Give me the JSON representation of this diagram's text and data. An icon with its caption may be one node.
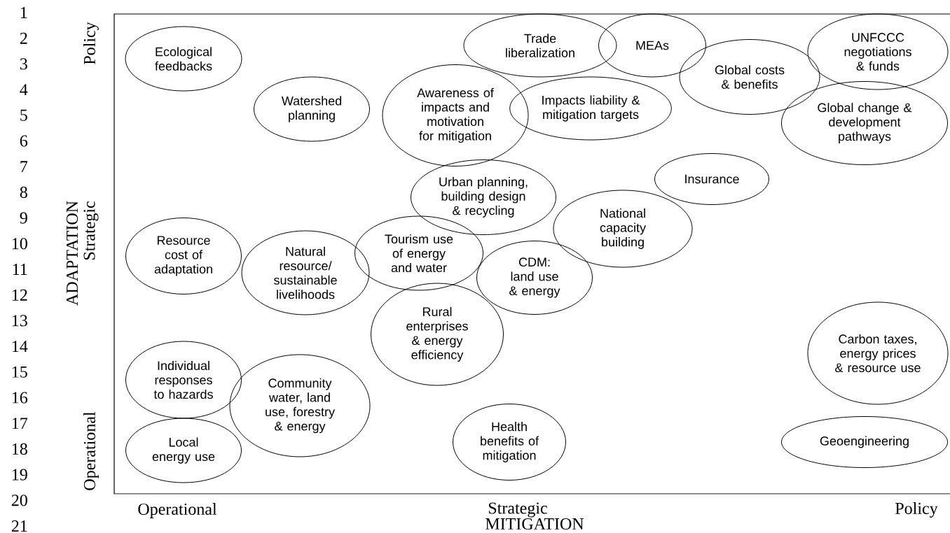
{
  "diagram": {
    "nodes": [
      {
        "text": [
          "Ecological feedbacks"
        ]
      },
      {
        "text": [
          "Trade liberalization"
        ]
      },
      {
        "text": [
          "MEAs"
        ]
      },
      {
        "text": [
          "UNFCCC negotiations & funds"
        ]
      },
      {
        "text": [
          "Global costs & benefits"
        ]
      },
      {
        "text": [
          "Watershed planning"
        ]
      },
      {
        "text": [
          "Awareness of impacts and motivation for mitigation"
        ]
      },
      {
        "text": [
          "Impacts liability & mitigation targets"
        ]
      },
      {
        "text": [
          "Global change & development pathways"
        ]
      },
      {
        "text": [
          "Insurance"
        ]
      },
      {
        "text": [
          "Urban planning, building design & recycling"
        ]
      },
      {
        "text": [
          "National capacity building"
        ]
      },
      {
        "text": [
          "Resource cost of adaptation"
        ]
      },
      {
        "text": [
          "Natural resource/ sustainable livelihoods"
        ]
      },
      {
        "text": [
          "Tourism use of energy and water"
        ]
      },
      {
        "text": [
          "CDM: land use & energy"
        ]
      },
      {
        "text": [
          "Rural enterprises & energy efficiency"
        ]
      },
      {
        "text": [
          "Carbon taxes, energy prices & resource use"
        ]
      },
      {
        "text": [
          "Individual responses to hazards"
        ]
      },
      {
        "text": [
          "Community water, land use, forestry & energy"
        ]
      },
      {
        "text": [
          "Local energy use"
        ]
      },
      {
        "text": [
          "Health benefits of mitigation"
        ]
      },
      {
        "text": [
          "Geoengineering"
        ]
      }
    ],
    "labels": [
      "1",
      "2",
      "3",
      "4",
      "5",
      "6",
      "7",
      "8",
      "9",
      "10",
      "11",
      "12",
      "13",
      "14",
      "15",
      "16",
      "17",
      "18",
      "19",
      "20",
      "21",
      "Policy",
      "Strategic",
      "Operational",
      "ADAPTATION",
      "Operational",
      "Strategic",
      "Policy",
      "MITIGATION"
    ]
  }
}
